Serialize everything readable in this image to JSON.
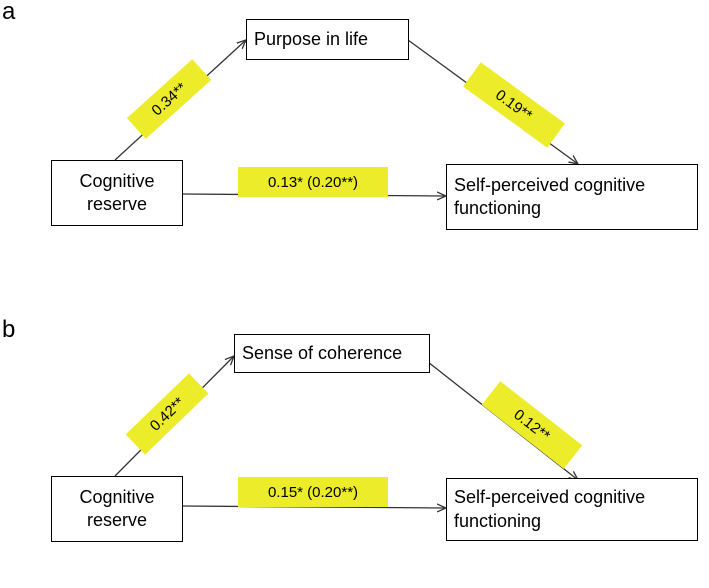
{
  "panels": [
    {
      "letter": "a",
      "mediator": "Purpose in life",
      "predictor": "Cognitive\nreserve",
      "outcome": "Self-perceived cognitive\nfunctioning",
      "path_a": "0.34**",
      "path_b": "0.19**",
      "path_c": "0.13* (0.20**)"
    },
    {
      "letter": "b",
      "mediator": "Sense of coherence",
      "predictor": "Cognitive\nreserve",
      "outcome": "Self-perceived cognitive\nfunctioning",
      "path_a": "0.42**",
      "path_b": "0.12**",
      "path_c": "0.15* (0.20**)"
    }
  ],
  "colors": {
    "highlight": "#ecec2a",
    "line": "#333333"
  }
}
